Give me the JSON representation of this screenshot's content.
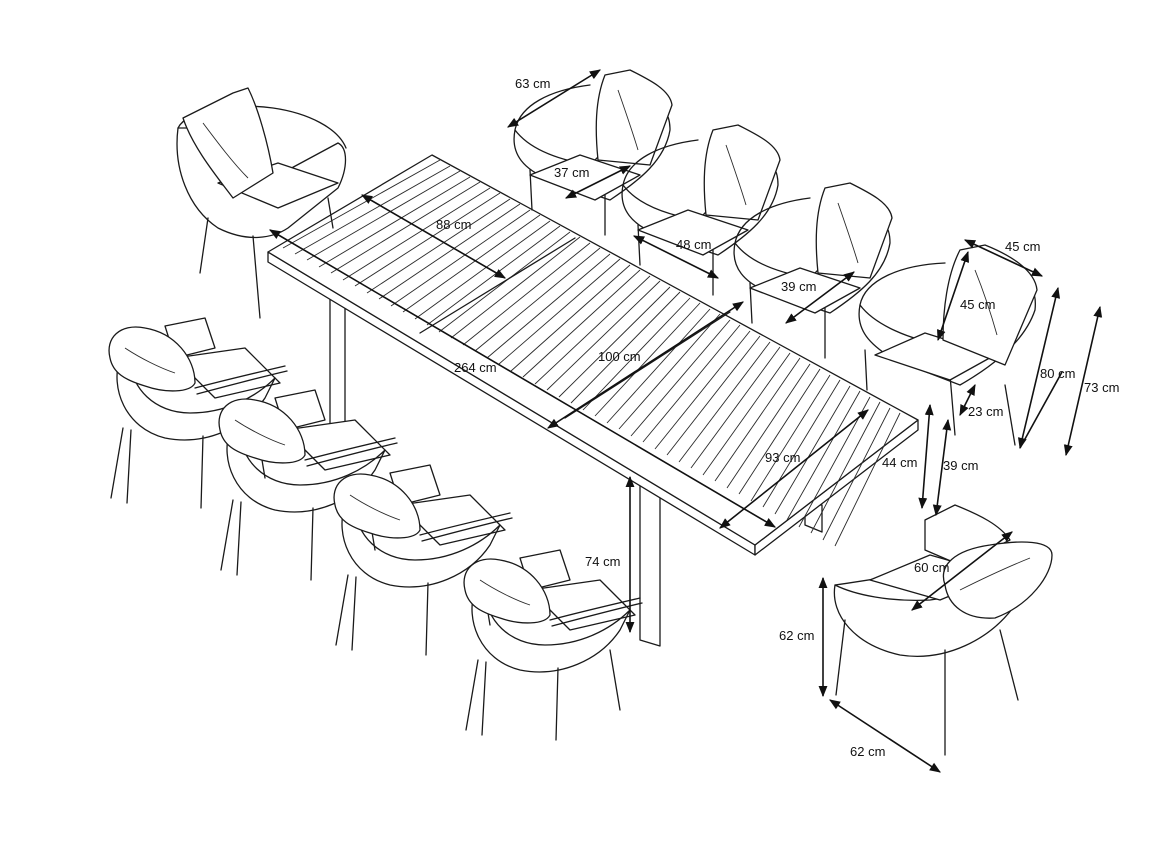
{
  "colors": {
    "line": "#1a1a1a",
    "background": "#ffffff"
  },
  "dimensions": {
    "chair_top_width": "63 cm",
    "chair_seat_depth": "37 cm",
    "table_width_end": "88 cm",
    "seat_width": "48 cm",
    "seat_depth_b": "39 cm",
    "back_width": "45 cm",
    "back_height": "45 cm",
    "table_length": "264 cm",
    "table_extension": "100 cm",
    "chair_height": "80 cm",
    "overall_height": "73 cm",
    "armrest_height": "23 cm",
    "seat_height": "44 cm",
    "seat_height_b": "39 cm",
    "table_section": "93 cm",
    "table_height": "74 cm",
    "chair_inner_width": "60 cm",
    "chair_side_height": "62 cm",
    "chair_base_width": "62 cm"
  }
}
